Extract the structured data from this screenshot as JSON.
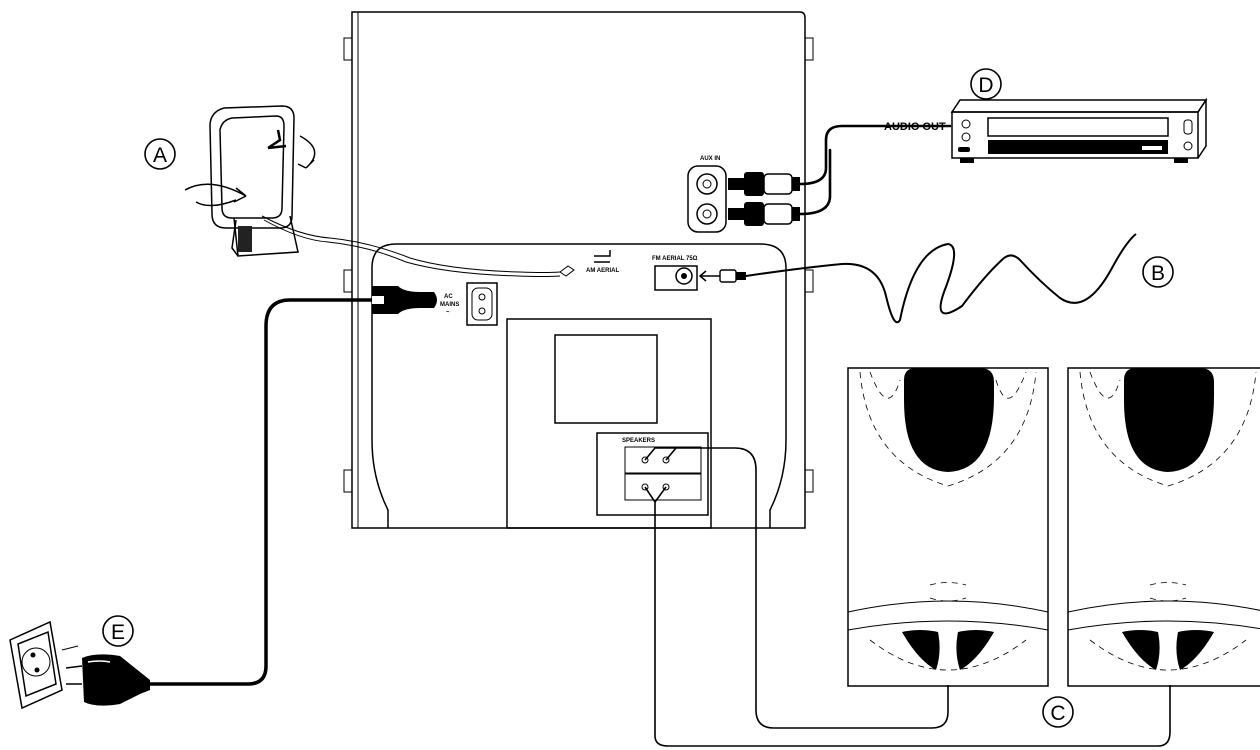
{
  "callouts": {
    "a": "A",
    "b": "B",
    "c": "C",
    "d": "D",
    "e": "E"
  },
  "labels": {
    "aux_in": "AUX IN",
    "am_aerial": "AM AERIAL",
    "fm_aerial": "FM AERIAL 75Ω",
    "ac_mains_1": "AC",
    "ac_mains_2": "MAINS",
    "ac_mains_3": "~",
    "speakers": "SPEAKERS",
    "audio_out": "AUDIO OUT"
  }
}
